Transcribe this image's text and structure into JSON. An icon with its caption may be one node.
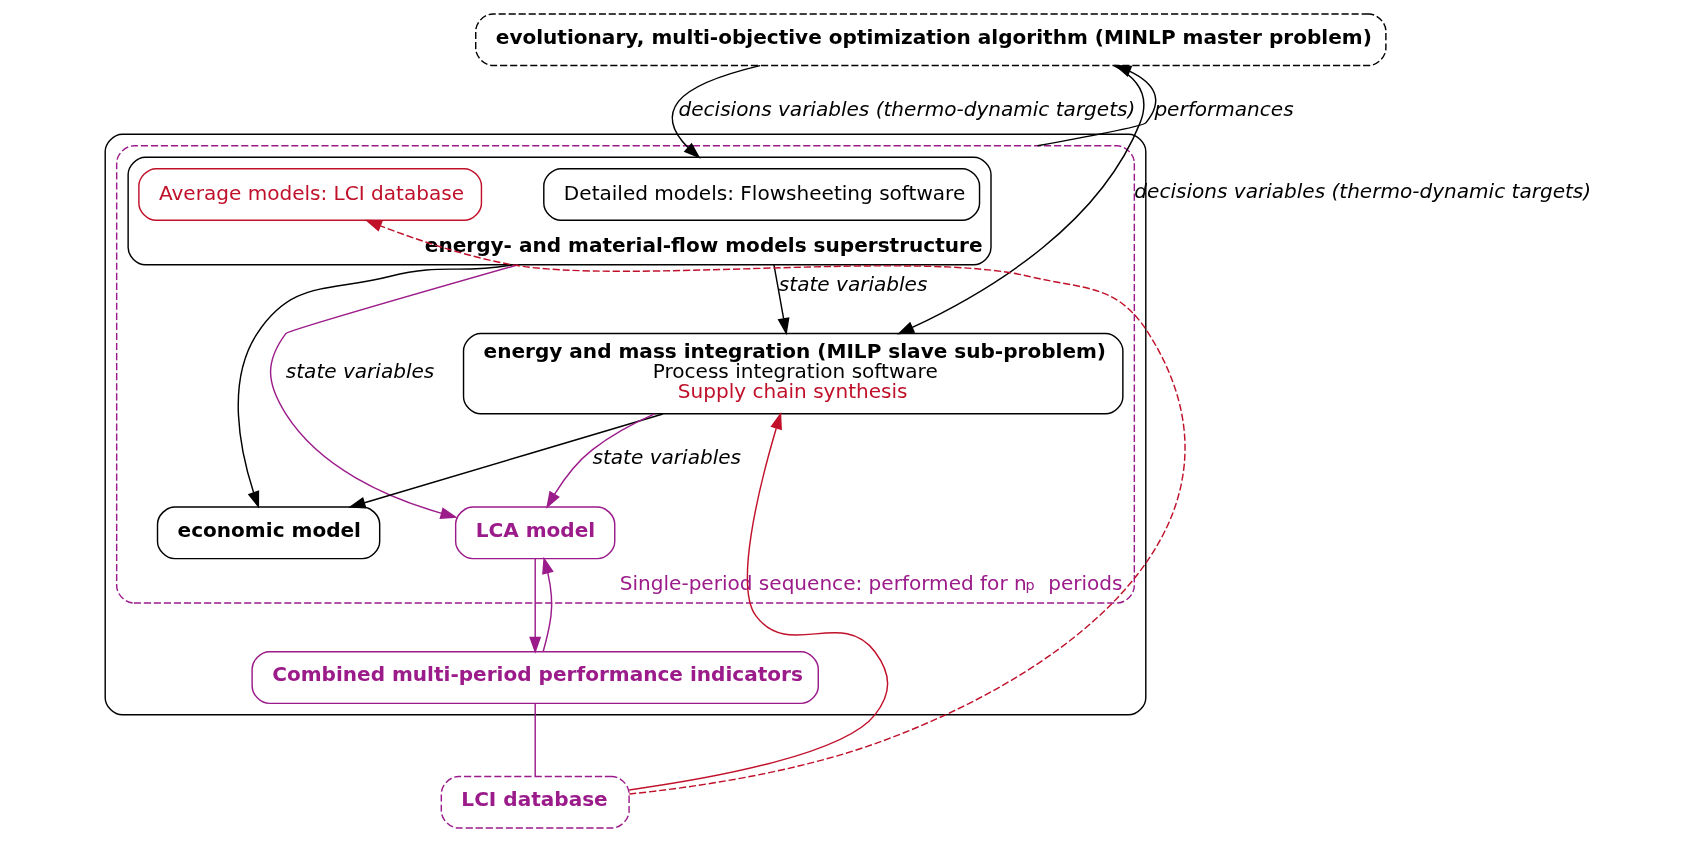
{
  "diagram": {
    "nodes": [
      {
        "text": [
          "evolutionary, multi-objective optimization algorithm (MINLP master problem)"
        ]
      },
      {
        "text": [],
        "shape": "box"
      },
      {
        "text": [
          "Single-period sequence: performed for n$_{p}$ periods"
        ],
        "in": 1
      },
      {
        "text": [
          "energy- and material-flow models superstructure"
        ],
        "in": 2
      },
      {
        "text": [
          "Detailed models: Flowsheeting software"
        ],
        "in": 3
      },
      {
        "text": [
          "Average models: LCI database"
        ],
        "in": 3
      },
      {
        "text": [
          "energy and mass integration (MILP slave sub-problem)",
          "Process integration software",
          "Supply chain synthesis"
        ],
        "in": 2
      },
      {
        "text": [
          "economic model"
        ],
        "in": 2
      },
      {
        "text": [
          "LCA model"
        ],
        "in": 2
      },
      {
        "text": [
          "Combined multi-period performance indicators"
        ],
        "in": 1
      },
      {
        "text": [
          "LCI database"
        ]
      }
    ],
    "edges": [
      {
        "from": 0,
        "to": 3,
        "arrow": "to",
        "label": "decisions variables (thermo-dynamic targets)"
      },
      {
        "from": 0,
        "to": 6,
        "arrow": "to",
        "label": "decisions variables (thermo-dynamic targets)"
      },
      {
        "from": 2,
        "to": 0,
        "arrow": "to",
        "label": "performances"
      },
      {
        "from": 3,
        "to": 6,
        "arrow": "to",
        "label": "state variables"
      },
      {
        "from": 3,
        "to": 7,
        "arrow": "to"
      },
      {
        "from": 3,
        "to": 8,
        "arrow": "to",
        "label": "state variables",
        "color": "#9b1b8a"
      },
      {
        "from": 6,
        "to": 7,
        "arrow": "to"
      },
      {
        "from": 6,
        "to": 8,
        "arrow": "to",
        "label": "state variables",
        "color": "#9b1b8a"
      },
      {
        "from": 8,
        "to": 9,
        "arrow": "to",
        "color": "#9b1b8a"
      },
      {
        "from": 9,
        "to": 8,
        "arrow": "to",
        "color": "#9b1b8a"
      },
      {
        "from": 9,
        "to": 10,
        "arrow": "none",
        "color": "#9b1b8a"
      },
      {
        "from": 10,
        "to": 5,
        "arrow": "to",
        "style": "dashed",
        "color": "#c0102a"
      },
      {
        "from": 10,
        "to": 6,
        "arrow": "to",
        "color": "#c0102a"
      }
    ]
  }
}
